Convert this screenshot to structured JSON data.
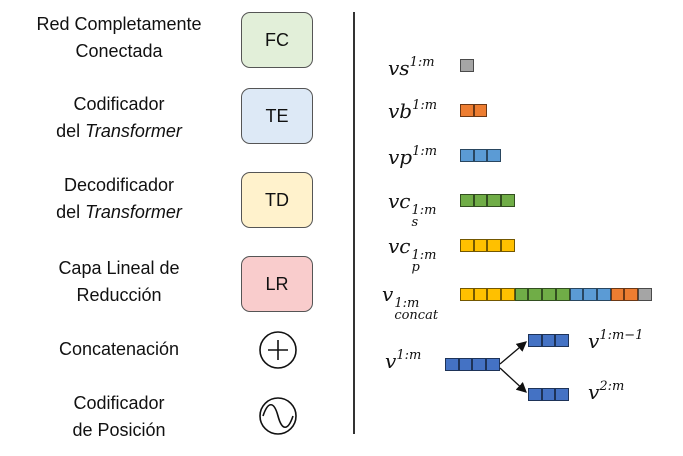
{
  "legend": [
    {
      "line1": "Red Completamente",
      "line2": "Conectada",
      "line2_italic": "",
      "abbr": "FC",
      "fill": "#e2efd9"
    },
    {
      "line1": "Codificador",
      "line2": "del ",
      "line2_italic": "Transformer",
      "abbr": "TE",
      "fill": "#dde9f6"
    },
    {
      "line1": "Decodificador",
      "line2": "del ",
      "line2_italic": "Transformer",
      "abbr": "TD",
      "fill": "#fff2cc"
    },
    {
      "line1": "Capa Lineal de",
      "line2": "Reducción",
      "line2_italic": "",
      "abbr": "LR",
      "fill": "#f9cccc"
    }
  ],
  "concat_label": "Concatenación",
  "pos_enc_label": {
    "line1": "Codificador",
    "line2": "de Posición"
  },
  "colors": {
    "gray": "#a5a5a5",
    "orange": "#ed7d31",
    "blue": "#5b9bd5",
    "green": "#70ad47",
    "yellow": "#ffc000",
    "darkblue": "#4472c4"
  },
  "vectors": {
    "vs": {
      "base": "vs",
      "sup": "1:m",
      "sub": ""
    },
    "vb": {
      "base": "vb",
      "sup": "1:m",
      "sub": ""
    },
    "vp": {
      "base": "vp",
      "sup": "1:m",
      "sub": ""
    },
    "vcs": {
      "base": "vc",
      "sup": "1:m",
      "sub": "s"
    },
    "vcp": {
      "base": "vc",
      "sup": "1:m",
      "sub": "p"
    },
    "vconcat": {
      "base": "v",
      "sup": "1:m",
      "sub": "concat"
    },
    "v": {
      "base": "v",
      "sup": "1:m",
      "sub": ""
    },
    "v_prev": {
      "base": "v",
      "sup": "1:m−1",
      "sub": ""
    },
    "v_next": {
      "base": "v",
      "sup": "2:m",
      "sub": ""
    }
  }
}
